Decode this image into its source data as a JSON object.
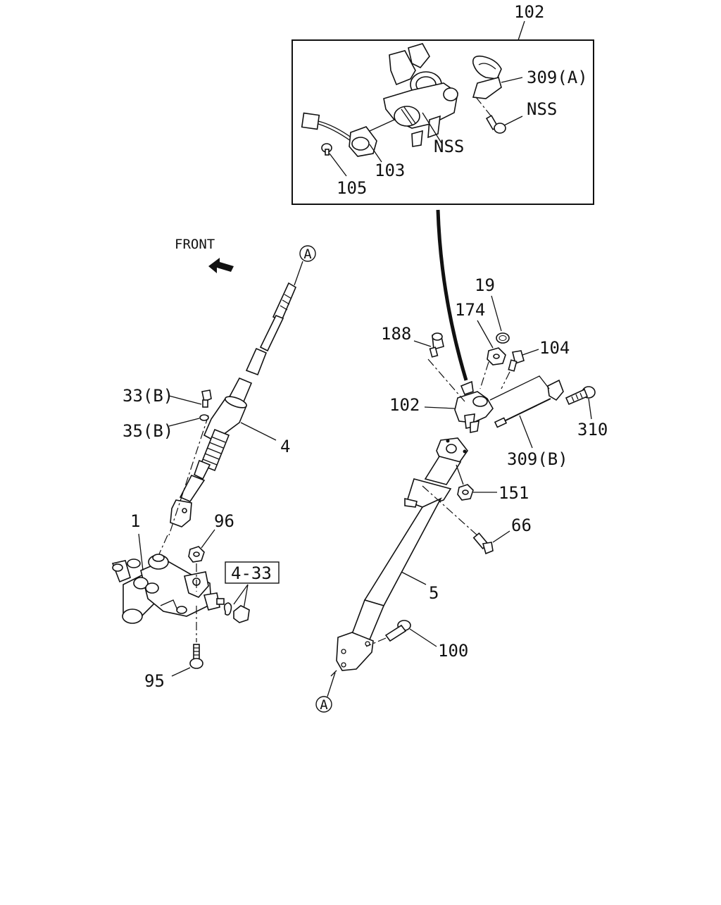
{
  "diagram": {
    "front_label": "FRONT",
    "ref_marker": "A",
    "inset": {
      "assembly_label": "102",
      "callouts": {
        "lock_clamp": "309(A)",
        "nss_bolt": "NSS",
        "nss_housing": "NSS",
        "switch": "103",
        "screw": "105"
      }
    },
    "callouts": {
      "c19": "19",
      "c174": "174",
      "c188": "188",
      "c104": "104",
      "c102": "102",
      "c310": "310",
      "c309b": "309(B)",
      "c151": "151",
      "c66": "66",
      "c5": "5",
      "c100": "100",
      "c33b": "33(B)",
      "c35b": "35(B)",
      "c4": "4",
      "c1": "1",
      "c96": "96",
      "c95": "95",
      "box_ref": "4-33"
    }
  }
}
